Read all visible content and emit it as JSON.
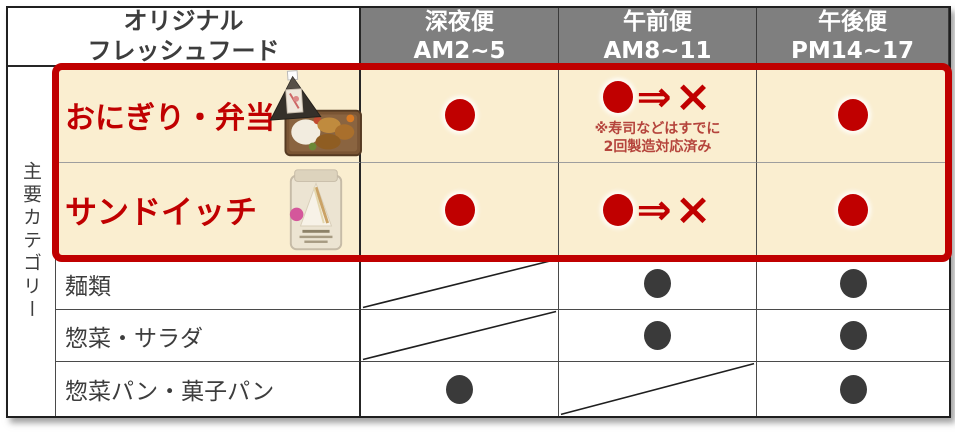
{
  "header": {
    "corner_line1": "オリジナル",
    "corner_line2": "フレッシュフード",
    "columns": [
      {
        "name": "深夜便",
        "time": "AM2~5"
      },
      {
        "name": "午前便",
        "time": "AM8~11"
      },
      {
        "name": "午後便",
        "time": "PM14~17"
      }
    ]
  },
  "side_label": "主要カテゴリー",
  "rows": [
    {
      "category": "おにぎり・弁当",
      "highlighted": true,
      "markers": {
        "shinya": "red-dot",
        "gozen": "red-dot-to-cross",
        "gogo": "red-dot"
      },
      "note_line1": "※寿司などはすでに",
      "note_line2": "2回製造対応済み"
    },
    {
      "category": "サンドイッチ",
      "highlighted": true,
      "markers": {
        "shinya": "red-dot",
        "gozen": "red-dot-to-cross",
        "gogo": "red-dot"
      }
    },
    {
      "category": "麺類",
      "highlighted": false,
      "markers": {
        "shinya": "diagonal-none",
        "gozen": "dark-dot",
        "gogo": "dark-dot"
      }
    },
    {
      "category": "惣菜・サラダ",
      "highlighted": false,
      "markers": {
        "shinya": "diagonal-none",
        "gozen": "dark-dot",
        "gogo": "dark-dot"
      }
    },
    {
      "category": "惣菜パン・菓子パン",
      "highlighted": false,
      "markers": {
        "shinya": "dark-dot",
        "gozen": "diagonal-none",
        "gogo": "dark-dot"
      }
    }
  ],
  "symbols": {
    "arrow": "⇒",
    "cross": "×"
  },
  "colors": {
    "accent_red": "#C00000",
    "note_red": "#B5443C",
    "header_gray": "#7F7F7F",
    "highlight_cream": "#FAEED0",
    "dot_dark": "#3A3A3A"
  }
}
